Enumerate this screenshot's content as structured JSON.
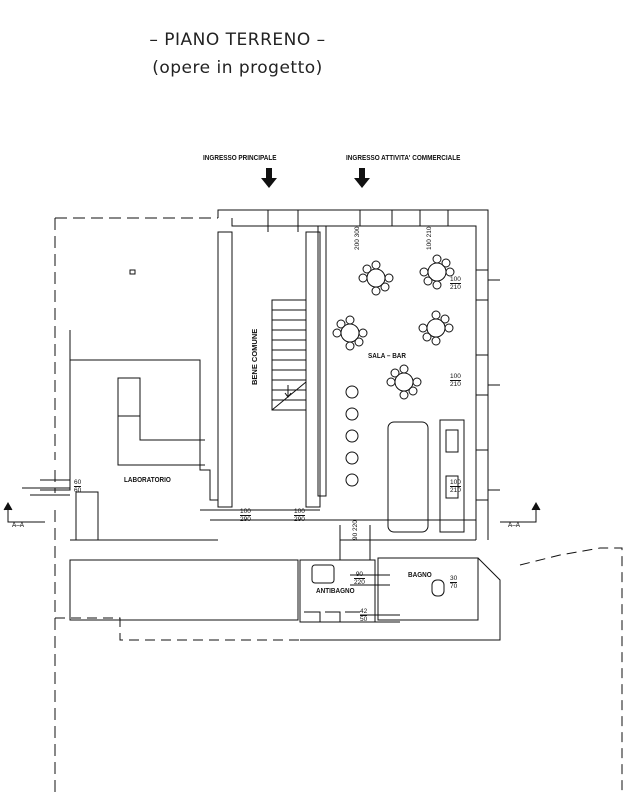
{
  "header": {
    "title": "– PIANO TERRENO –",
    "subtitle": "(opere in progetto)"
  },
  "entrances": {
    "main": "INGRESSO PRINCIPALE",
    "commercial": "INGRESSO ATTIVITA' COMMERCIALE"
  },
  "rooms": {
    "bene_comune": "BENE COMUNE",
    "sala_bar": "SALA – BAR",
    "laboratorio": "LABORATORIO",
    "bagno": "BAGNO",
    "antibagno": "ANTIBAGNO"
  },
  "section_marks": {
    "left": "A–A",
    "right": "A–A"
  },
  "openings": {
    "win_top_left": {
      "w": "200",
      "h": "300"
    },
    "win_top_right": {
      "w": "100",
      "h": "210"
    },
    "win_right_1": {
      "w": "100",
      "h": "210"
    },
    "win_right_2": {
      "w": "100",
      "h": "210"
    },
    "win_right_3": {
      "w": "100",
      "h": "210"
    },
    "door_lab_left": {
      "w": "60",
      "h": "60"
    },
    "door_bene_1": {
      "w": "100",
      "h": "290"
    },
    "door_bene_2": {
      "w": "100",
      "h": "290"
    },
    "door_bar_bottom": {
      "w": "90",
      "h": "220"
    },
    "door_antibagno": {
      "w": "90",
      "h": "220"
    },
    "door_bagno": {
      "w": "30",
      "h": "70"
    },
    "win_antibagno_bottom": {
      "w": "42",
      "h": "50"
    }
  },
  "colors": {
    "line": "#111111",
    "paper": "#ffffff"
  }
}
